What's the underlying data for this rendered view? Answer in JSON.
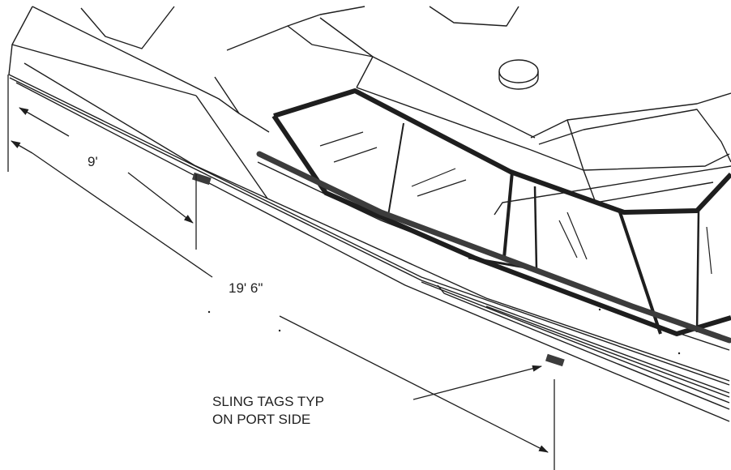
{
  "dimensions": {
    "short": "9'",
    "long": "19' 6\""
  },
  "callout": {
    "line1": "SLING TAGS TYP",
    "line2": "ON PORT SIDE"
  },
  "colors": {
    "ink": "#1e1e1e",
    "rail": "#3c3c3c",
    "paper": "#ffffff"
  }
}
